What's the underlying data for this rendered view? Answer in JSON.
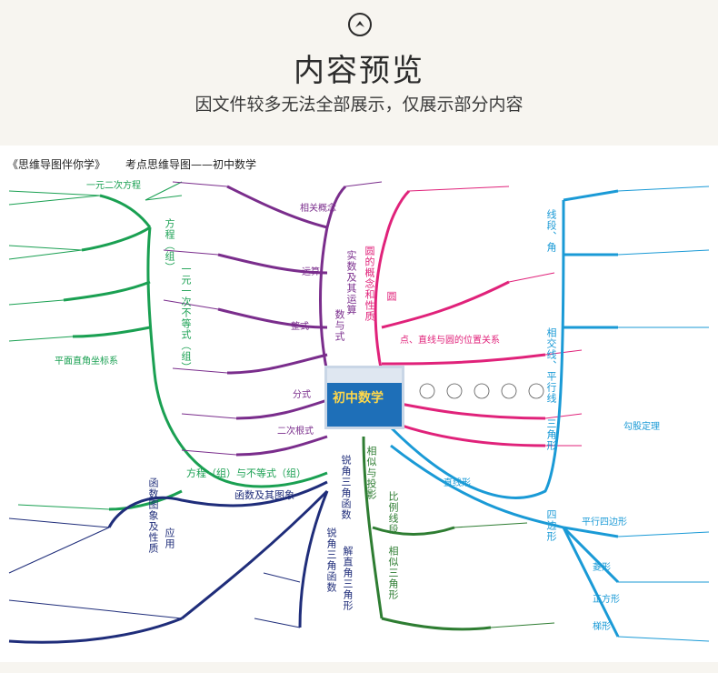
{
  "header": {
    "title": "内容预览",
    "subtitle": "因文件较多无法全部展示，仅展示部分内容",
    "logo_icon": "chevron-up-circle-icon"
  },
  "poster": {
    "series": "《思维导图伴你学》",
    "subtitle": "考点思维导图——初中数学",
    "center": "初中数学",
    "main_branches": {
      "num_expr": "数与式",
      "real_num": "实数及其运算",
      "equation": "方程（组）与不等式（组）",
      "eq_group": "方程（组）",
      "ineq": "一元一次不等式（组）",
      "function": "函数及其图象",
      "func_prop": "函数图象及性质",
      "app": "应用",
      "circle": "圆",
      "circle_prop": "圆的概念和性质",
      "line_circle": "点、直线与圆的位置关系",
      "lines": "线段、角",
      "parallel": "相交线、平行线",
      "triangle": "三角形",
      "quad": "四边形",
      "similar": "相似与投影",
      "ratio": "比例线段",
      "sim_tri": "相似三角形",
      "trig": "锐角三角函数",
      "trig_sub": "锐角三角函数",
      "solve": "解直角三角形",
      "straight": "直线形",
      "rel_concept": "相关概念",
      "calc": "运算",
      "factor": "整式",
      "fraction": "分式",
      "radical": "二次根式",
      "sq_eq": "一元二次方程",
      "rect": "平面直角坐标系",
      "pythag": "勾股定理",
      "parallelogram": "平行四边形",
      "rhombus": "菱形",
      "square": "正方形",
      "trapezoid": "梯形"
    }
  },
  "colors": {
    "green": "#1aa052",
    "purple": "#7a2d8c",
    "navy": "#1f2d7a",
    "pink": "#e0227a",
    "cyan": "#1a9ad6",
    "darkgreen": "#2e7d32",
    "center": "#1e6fb8"
  }
}
